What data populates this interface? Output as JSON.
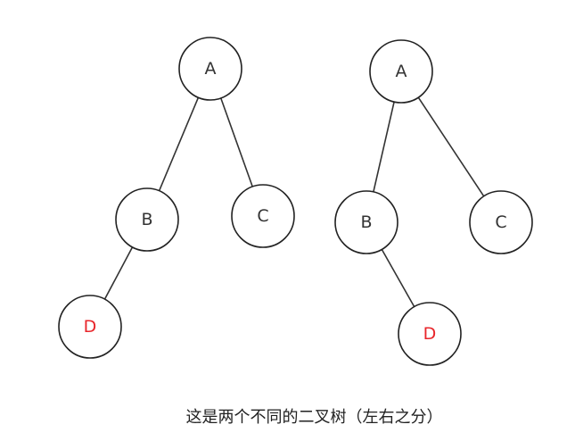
{
  "colors": {
    "node_stroke": "#222222",
    "edge_stroke": "#333333",
    "text_default": "#333333",
    "text_highlight": "#e8262b"
  },
  "trees": [
    {
      "id": "left-tree",
      "nodes": [
        {
          "id": "A",
          "label": "A",
          "highlight": false
        },
        {
          "id": "B",
          "label": "B",
          "highlight": false
        },
        {
          "id": "C",
          "label": "C",
          "highlight": false
        },
        {
          "id": "D",
          "label": "D",
          "highlight": true
        }
      ],
      "edges": [
        {
          "from": "A",
          "to": "B"
        },
        {
          "from": "A",
          "to": "C"
        },
        {
          "from": "B",
          "to": "D",
          "side": "left"
        }
      ]
    },
    {
      "id": "right-tree",
      "nodes": [
        {
          "id": "A",
          "label": "A",
          "highlight": false
        },
        {
          "id": "B",
          "label": "B",
          "highlight": false
        },
        {
          "id": "C",
          "label": "C",
          "highlight": false
        },
        {
          "id": "D",
          "label": "D",
          "highlight": true
        }
      ],
      "edges": [
        {
          "from": "A",
          "to": "B"
        },
        {
          "from": "A",
          "to": "C"
        },
        {
          "from": "B",
          "to": "D",
          "side": "right"
        }
      ]
    }
  ],
  "caption": "这是两个不同的二叉树（左右之分）"
}
